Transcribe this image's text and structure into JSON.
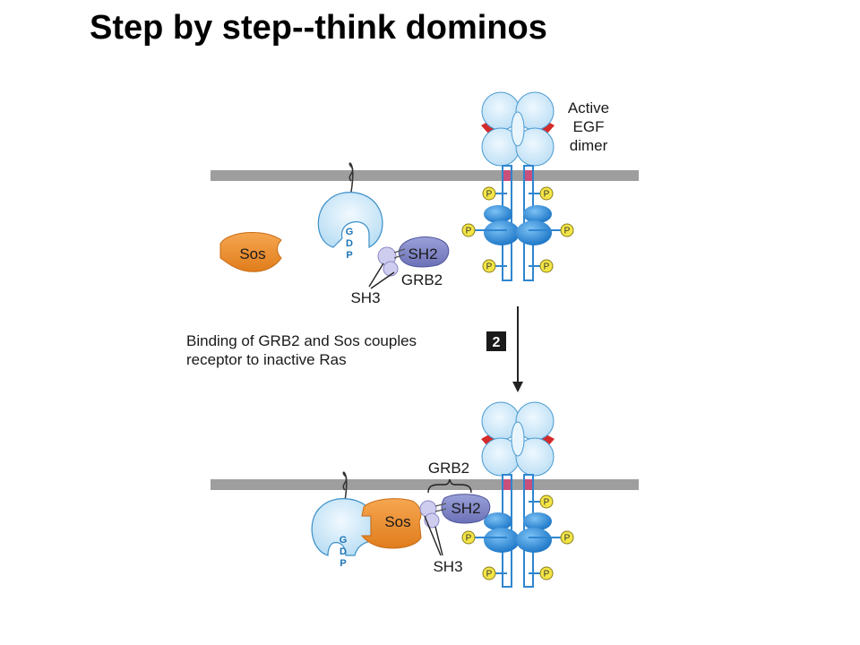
{
  "slide": {
    "title": "Step by step--think dominos"
  },
  "top_panel": {
    "egf_label": [
      "Active",
      "EGF",
      "dimer"
    ],
    "sos_label": "Sos",
    "gdp_letters": [
      "G",
      "D",
      "P"
    ],
    "sh2_label": "SH2",
    "grb2_label": "GRB2",
    "sh3_label": "SH3",
    "p_label": "P"
  },
  "step": {
    "text_lines": [
      "Binding of GRB2 and Sos  couples",
      "receptor to inactive Ras"
    ],
    "number": "2"
  },
  "bottom_panel": {
    "grb2_label": "GRB2",
    "sos_label": "Sos",
    "sh2_label": "SH2",
    "sh3_label": "SH3",
    "gdp_letters": [
      "G",
      "D",
      "P"
    ],
    "p_label": "P"
  },
  "colors": {
    "membrane": "#9e9e9e",
    "egf_light_blue": "#cde6f6",
    "egf_outline": "#3b8fc8",
    "receptor_blue": "#2f86d0",
    "kinase_blue": "#2b8ae0",
    "dimer_red": "#d42a2a",
    "tm_pink": "#c9507a",
    "phosphate_yellow": "#f3e545",
    "sos_orange": "#ef8f2e",
    "ras_light": "#d7ecf8",
    "sh2_purple": "#7f86c6",
    "sh3_lavender": "#c9c8ea",
    "step_box": "#1a1a1a"
  }
}
